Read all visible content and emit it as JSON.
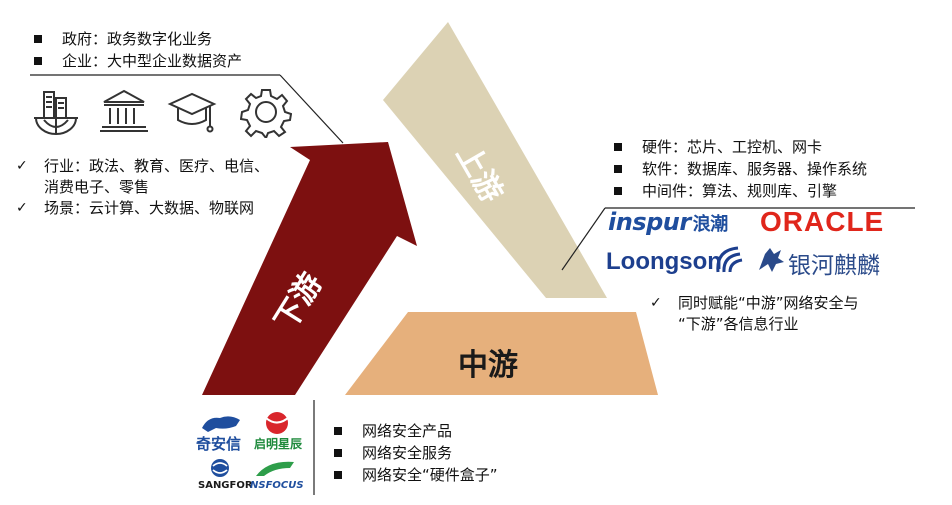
{
  "top_left": {
    "bullets": [
      "政府：政务数字化业务",
      "企业：大中型企业数据资产"
    ],
    "icons": [
      "city-globe-icon",
      "government-building-icon",
      "graduation-cap-icon",
      "gear-icon"
    ],
    "checks": [
      {
        "line1": "行业：政法、教育、医疗、电信、",
        "line2": "消费电子、零售"
      },
      {
        "line1": "场景：云计算、大数据、物联网",
        "line2": ""
      }
    ]
  },
  "upstream": {
    "label": "上游",
    "bullets": [
      "硬件：芯片、工控机、网卡",
      "软件：数据库、服务器、操作系统",
      "中间件：算法、规则库、引擎"
    ],
    "logos": {
      "inspur": "inspur",
      "inspur_cn": "浪潮",
      "oracle": "ORACLE",
      "loongson": "Loongson",
      "kylin": "银河麒麟"
    },
    "check": {
      "line1": "同时赋能“中游”网络安全与",
      "line2": "“下游”各信息行业"
    }
  },
  "midstream": {
    "label": "中游",
    "logos": {
      "qianxin": "奇安信",
      "venus": "启明星辰",
      "sangfor": "SANGFOR",
      "nsfocus": "NSFOCUS"
    },
    "bullets": [
      "网络安全产品",
      "网络安全服务",
      "网络安全“硬件盒子”"
    ]
  },
  "downstream": {
    "label": "下游"
  },
  "colors": {
    "upstream": "#dcd2b4",
    "midstream": "#e6b07c",
    "downstream": "#7d1010",
    "inspur_blue": "#1f4e9e",
    "oracle_red": "#e0261b",
    "loongson_blue": "#1d3f8e",
    "kylin_blue": "#2a4a8a"
  }
}
